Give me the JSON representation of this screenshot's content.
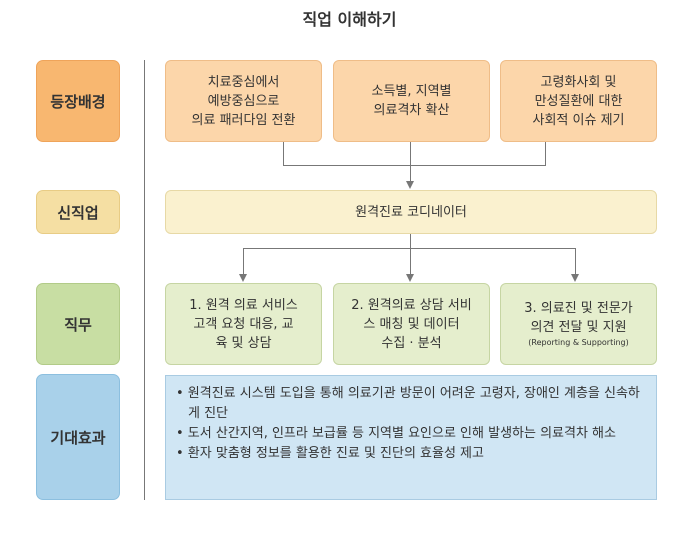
{
  "title": "직업 이해하기",
  "rows": {
    "background": {
      "label": "등장배경",
      "items": [
        "치료중심에서\n예방중심으로\n의료 패러다임 전환",
        "소득별, 지역별\n의료격차 확산",
        "고령화사회 및\n만성질환에 대한\n사회적 이슈 제기"
      ]
    },
    "new_job": {
      "label": "신직업",
      "value": "원격진료 코디네이터"
    },
    "duties": {
      "label": "직무",
      "items": [
        {
          "text": "1. 원격 의료 서비스\n고객 요청 대응, 교\n육 및 상담"
        },
        {
          "text": "2. 원격의료 상담 서비\n스 매칭 및 데이터\n수집 · 분석"
        },
        {
          "text": "3. 의료진 및 전문가\n의견 전달 및 지원",
          "note": "(Reporting & Supporting)"
        }
      ]
    },
    "effects": {
      "label": "기대효과",
      "items": [
        "• 원격진료 시스템 도입을 통해 의료기관 방문이 어려운 고령자, 장애인 계층을 신속하게 진단",
        "• 도서 산간지역, 인프라 보급률 등 지역별 요인으로 인해 발생하는 의료격차 해소",
        "• 환자 맞춤형 정보를 활용한 진료 및 진단의 효율성 제고"
      ]
    }
  }
}
